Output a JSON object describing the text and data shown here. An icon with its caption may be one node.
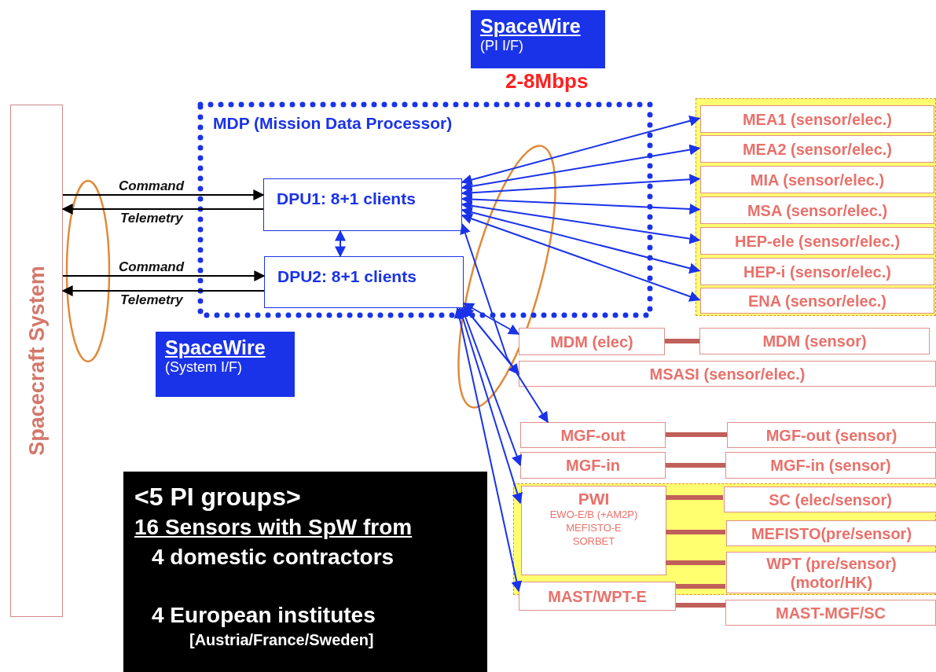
{
  "diagram": {
    "nodes": [
      {
        "text": [
          "Spacecraft System"
        ]
      },
      {
        "text": [
          "MDP (Mission Data Processor)"
        ]
      },
      {
        "text": [
          "DPU1: 8+1 clients"
        ],
        "in": 1
      },
      {
        "text": [
          "DPU2: 8+1 clients"
        ],
        "in": 1
      },
      {
        "text": [
          "SpaceWire",
          "(PI I/F)"
        ],
        "beside": [
          "2-8Mbps"
        ]
      },
      {
        "text": [
          "SpaceWire",
          "(System I/F)"
        ]
      },
      {
        "text": [],
        "shape": "box"
      },
      {
        "text": [
          "MEA1 (sensor/elec.)"
        ],
        "in": 6
      },
      {
        "text": [
          "MEA2 (sensor/elec.)"
        ],
        "in": 6
      },
      {
        "text": [
          "MIA (sensor/elec.)"
        ],
        "in": 6
      },
      {
        "text": [
          "MSA (sensor/elec.)"
        ],
        "in": 6
      },
      {
        "text": [
          "HEP-ele (sensor/elec.)"
        ],
        "in": 6
      },
      {
        "text": [
          "HEP-i (sensor/elec.)"
        ],
        "in": 6
      },
      {
        "text": [
          "ENA (sensor/elec.)"
        ],
        "in": 6
      },
      {
        "text": [
          "MDM (elec)"
        ]
      },
      {
        "text": [
          "MDM (sensor)"
        ]
      },
      {
        "text": [
          "MSASI (sensor/elec.)"
        ]
      },
      {
        "text": [
          "MGF-out"
        ]
      },
      {
        "text": [
          "MGF-out (sensor)"
        ]
      },
      {
        "text": [
          "MGF-in"
        ]
      },
      {
        "text": [
          "MGF-in (sensor)"
        ]
      },
      {
        "text": [],
        "shape": "box"
      },
      {
        "text": [
          "PWI",
          "EWO-E/B (+AM2P) MEFISTO-E SORBET"
        ],
        "in": 21
      },
      {
        "text": [
          "SC (elec/sensor)"
        ],
        "in": 21
      },
      {
        "text": [
          "MEFISTO(pre/sensor)"
        ],
        "in": 21
      },
      {
        "text": [
          "WPT (pre/sensor) (motor/HK)"
        ],
        "in": 21
      },
      {
        "text": [
          "MAST/WPT-E"
        ]
      },
      {
        "text": [
          "MAST-MGF/SC"
        ]
      },
      {
        "text": [
          "<5 PI groups>",
          "16 Sensors with SpW from",
          "4 domestic contractors",
          "4 European institutes",
          "[Austria/France/Sweden]"
        ]
      }
    ],
    "edges": [
      {
        "from": 0,
        "to": 2,
        "arrow": "to",
        "label": "Command",
        "color": "#000000"
      },
      {
        "from": 2,
        "to": 0,
        "arrow": "to",
        "label": "Telemetry",
        "color": "#000000"
      },
      {
        "from": 0,
        "to": 3,
        "arrow": "to",
        "label": "Command",
        "color": "#000000"
      },
      {
        "from": 3,
        "to": 0,
        "arrow": "to",
        "label": "Telemetry",
        "color": "#000000"
      },
      {
        "from": 2,
        "to": 3,
        "arrow": "both"
      },
      {
        "from": 2,
        "to": 7,
        "arrow": "both"
      },
      {
        "from": 2,
        "to": 8,
        "arrow": "both"
      },
      {
        "from": 2,
        "to": 9,
        "arrow": "both"
      },
      {
        "from": 2,
        "to": 10,
        "arrow": "both"
      },
      {
        "from": 2,
        "to": 11,
        "arrow": "both"
      },
      {
        "from": 2,
        "to": 12,
        "arrow": "both"
      },
      {
        "from": 2,
        "to": 13,
        "arrow": "both"
      },
      {
        "from": 2,
        "to": 17,
        "arrow": "both"
      },
      {
        "from": 3,
        "to": 14,
        "arrow": "both"
      },
      {
        "from": 3,
        "to": 16,
        "arrow": "both"
      },
      {
        "from": 3,
        "to": 19,
        "arrow": "both"
      },
      {
        "from": 3,
        "to": 22,
        "arrow": "both"
      },
      {
        "from": 3,
        "to": 26,
        "arrow": "both"
      },
      {
        "from": 14,
        "to": 15,
        "arrow": "none",
        "style": "thick",
        "color": "#c0605a"
      },
      {
        "from": 17,
        "to": 18,
        "arrow": "none",
        "style": "thick",
        "color": "#c0605a"
      },
      {
        "from": 19,
        "to": 20,
        "arrow": "none",
        "style": "thick",
        "color": "#c0605a"
      },
      {
        "from": 22,
        "to": 23,
        "arrow": "none",
        "style": "thick",
        "color": "#c0605a"
      },
      {
        "from": 22,
        "to": 24,
        "arrow": "none",
        "style": "thick",
        "color": "#c0605a"
      },
      {
        "from": 22,
        "to": 25,
        "arrow": "none",
        "style": "thick",
        "color": "#c0605a"
      },
      {
        "from": 26,
        "to": 25,
        "arrow": "none",
        "style": "thick",
        "color": "#c0605a"
      },
      {
        "from": 26,
        "to": 27,
        "arrow": "none",
        "style": "thick",
        "color": "#c0605a"
      }
    ]
  }
}
